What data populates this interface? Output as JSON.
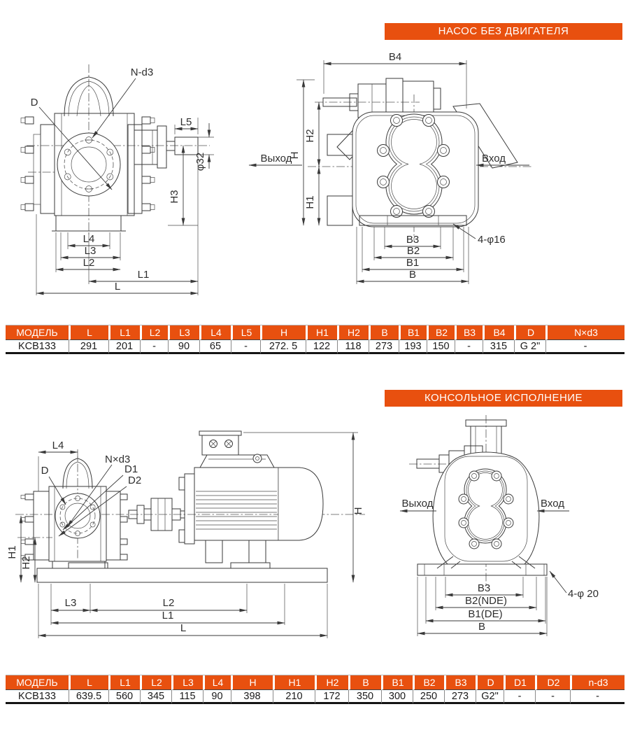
{
  "colors": {
    "accent": "#e8500f",
    "line": "#3a3a3a",
    "text": "#1a1a1a"
  },
  "section_pump": {
    "banner": "НАСОС БЕЗ ДВИГАТЕЛЯ",
    "side_view": {
      "labels": {
        "d": "D",
        "n_d3": "N-d3",
        "l5": "L5",
        "phi32": "φ32",
        "h3": "H3",
        "l4": "L4",
        "l3": "L3",
        "l2": "L2",
        "l1": "L1",
        "l": "L"
      }
    },
    "front_view": {
      "labels": {
        "b4": "B4",
        "h": "H",
        "h1": "H1",
        "h2": "H2",
        "outlet": "Выход",
        "inlet": "Вход",
        "b3": "B3",
        "b2": "B2",
        "b1": "B1",
        "b": "B",
        "bolt_note": "4-φ16"
      }
    },
    "table": {
      "headers": [
        "МОДЕЛЬ",
        "L",
        "L1",
        "L2",
        "L3",
        "L4",
        "L5",
        "H",
        "H1",
        "H2",
        "B",
        "B1",
        "B2",
        "B3",
        "B4",
        "D",
        "N×d3"
      ],
      "rows": [
        [
          "KCB133",
          "291",
          "201",
          "-",
          "90",
          "65",
          "-",
          "272. 5",
          "122",
          "118",
          "273",
          "193",
          "150",
          "-",
          "315",
          "G 2\"",
          "-"
        ]
      ]
    }
  },
  "section_console": {
    "banner": "КОНСОЛЬНОЕ ИСПОЛНЕНИЕ",
    "assembly_view": {
      "labels": {
        "l4": "L4",
        "d": "D",
        "n_d3": "N×d3",
        "d1": "D1",
        "d2": "D2",
        "h1": "H1",
        "h2": "H2",
        "h": "H",
        "l3": "L3",
        "l2": "L2",
        "l1": "L1",
        "l": "L"
      }
    },
    "front_view": {
      "labels": {
        "outlet": "Выход",
        "inlet": "Вход",
        "b3": "B3",
        "b2": "B2(NDE)",
        "b1": "B1(DE)",
        "b": "B",
        "bolt_note": "4-φ 20"
      }
    },
    "table": {
      "headers": [
        "МОДЕЛЬ",
        "L",
        "L1",
        "L2",
        "L3",
        "L4",
        "H",
        "H1",
        "H2",
        "B",
        "B1",
        "B2",
        "B3",
        "D",
        "D1",
        "D2",
        "n-d3"
      ],
      "rows": [
        [
          "KCB133",
          "639.5",
          "560",
          "345",
          "115",
          "90",
          "398",
          "210",
          "172",
          "350",
          "300",
          "250",
          "273",
          "G2\"",
          "-",
          "-",
          "-"
        ]
      ]
    }
  }
}
